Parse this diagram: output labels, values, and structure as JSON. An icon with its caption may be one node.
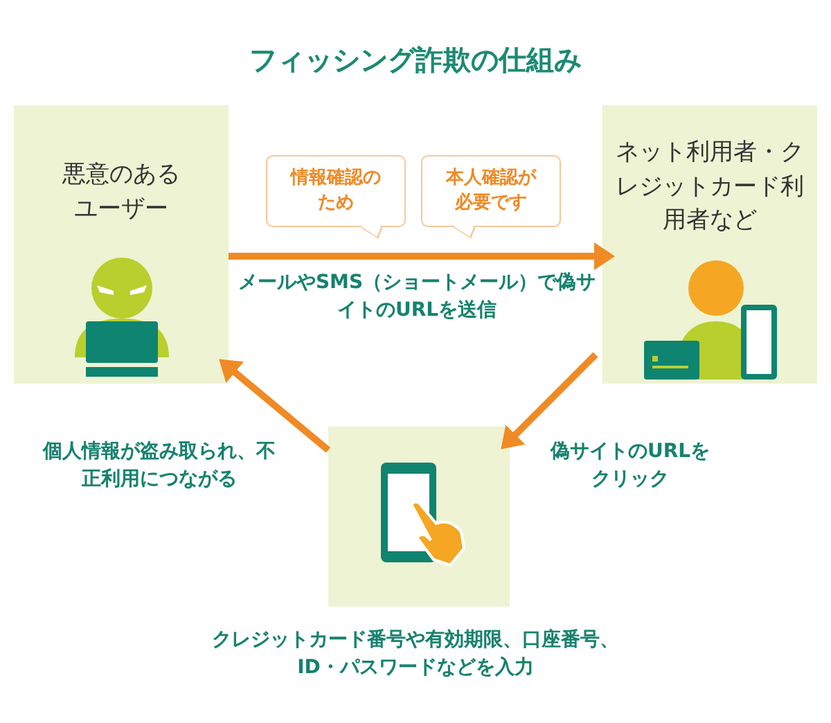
{
  "diagram": {
    "title": "フィッシング詐欺の仕組み",
    "nodes": [
      {
        "text": [
          "悪意のあるユーザー"
        ]
      },
      {
        "text": [
          "ネット利用者・クレジットカード利用者など"
        ]
      },
      {
        "text": [],
        "shape": "box",
        "beside": [
          "クレジットカード番号や有効期限、口座番号、ID・パスワードなどを入力"
        ]
      },
      {
        "text": [
          "情報確認のため"
        ]
      },
      {
        "text": [
          "本人確認が必要です"
        ]
      }
    ],
    "edges": [
      {
        "from": 0,
        "to": 1,
        "arrow": "to",
        "label": "メールやSMS（ショートメール）で偽サイトのURLを送信"
      },
      {
        "from": 1,
        "to": 2,
        "arrow": "to",
        "label": "偽サイトのURLをクリック"
      },
      {
        "from": 2,
        "to": 0,
        "arrow": "to",
        "label": "個人情報が盗み取られ、不正利用につながる"
      }
    ]
  }
}
